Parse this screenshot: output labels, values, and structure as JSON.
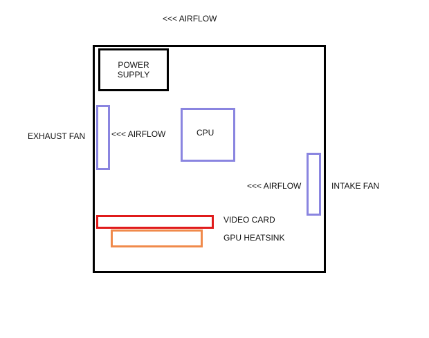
{
  "labels": {
    "top_airflow": "<<< AIRFLOW",
    "power_supply_line1": "POWER",
    "power_supply_line2": "SUPPLY",
    "exhaust_fan": "EXHAUST FAN",
    "exhaust_airflow": "<<< AIRFLOW",
    "cpu": "CPU",
    "intake_airflow": "<<< AIRFLOW",
    "intake_fan": "INTAKE FAN",
    "video_card": "VIDEO CARD",
    "gpu_heatsink": "GPU HEATSINK"
  },
  "colors": {
    "case_outline": "#000000",
    "fan_and_cpu": "#8a85e0",
    "video_card": "#e01b1b",
    "gpu_heatsink": "#f08a4b"
  }
}
